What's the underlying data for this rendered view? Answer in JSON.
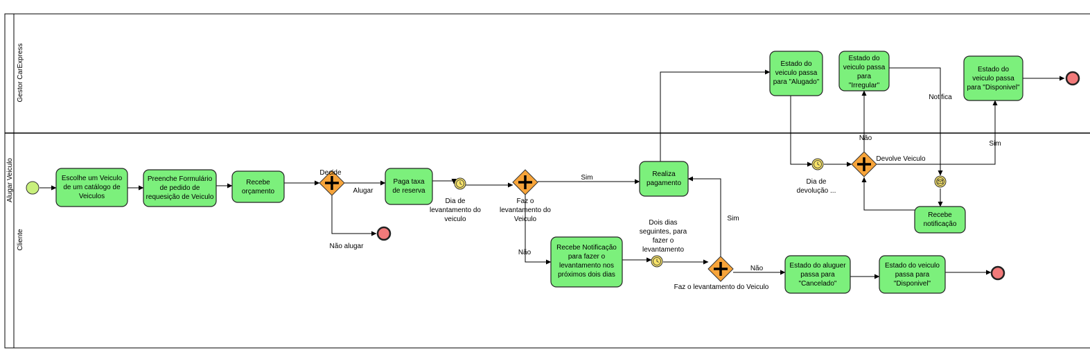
{
  "pool": {
    "title": "Alugar Veiculo"
  },
  "lanes": [
    {
      "id": "gestor",
      "label": "Gestor CarExpress"
    },
    {
      "id": "cliente",
      "label": "Cliente"
    }
  ],
  "tasks": {
    "t1": [
      "Escolhe um Veiculo",
      "de um catálogo de",
      "Veiculos"
    ],
    "t2": [
      "Preenche Formulário",
      "de pedido de",
      "requesição de Veiculo"
    ],
    "t3": [
      "Recebe",
      "orçamento"
    ],
    "t4": [
      "Paga taxa",
      "de reserva"
    ],
    "t5": [
      "Realiza",
      "pagamento"
    ],
    "t6": [
      "Recebe Notificação",
      "para fazer o",
      "levantamento nos",
      "próximos dois dias"
    ],
    "t7": [
      "Estado do aluguer",
      "passa para",
      "\"Cancelado\""
    ],
    "t8": [
      "Estado do veiculo",
      "passa para",
      "\"Disponivel\""
    ],
    "t9": [
      "Recebe",
      "notificação"
    ],
    "g1": [
      "Estado do",
      "veiculo passa",
      "para \"Alugado\""
    ],
    "g2": [
      "Estado do",
      "veiculo passa",
      "para",
      "\"Irregular\""
    ],
    "g3": [
      "Estado do",
      "veiculo passa",
      "para \"Disponivel\""
    ]
  },
  "gateways": {
    "decide": "Decide",
    "levantamento": [
      "Faz o",
      "levantamento do",
      "Veiculo"
    ],
    "levantamento2": "Faz o levantamento do Veiculo",
    "devolve": "Devolve Veiculo"
  },
  "events": {
    "timer1": [
      "Dia de",
      "levantamento do",
      "veiculo"
    ],
    "timer2": [
      "Dois dias",
      "seguintes, para",
      "fazer o",
      "levantamento"
    ],
    "timer3": [
      "Dia de",
      "devolução ..."
    ]
  },
  "flow_labels": {
    "alugar": "Alugar",
    "nao_alugar": "Não alugar",
    "sim1": "Sim",
    "nao1": "Não",
    "sim2": "Sim",
    "nao2": "Não",
    "nao3": "Não",
    "sim3": "Sim",
    "notifica": "Notifica"
  },
  "colors": {
    "task_fill": "#7CF07C",
    "gateway_fill": "#F7A43A",
    "end_fill": "#F27A7A",
    "start_fill": "#C8F07C"
  }
}
